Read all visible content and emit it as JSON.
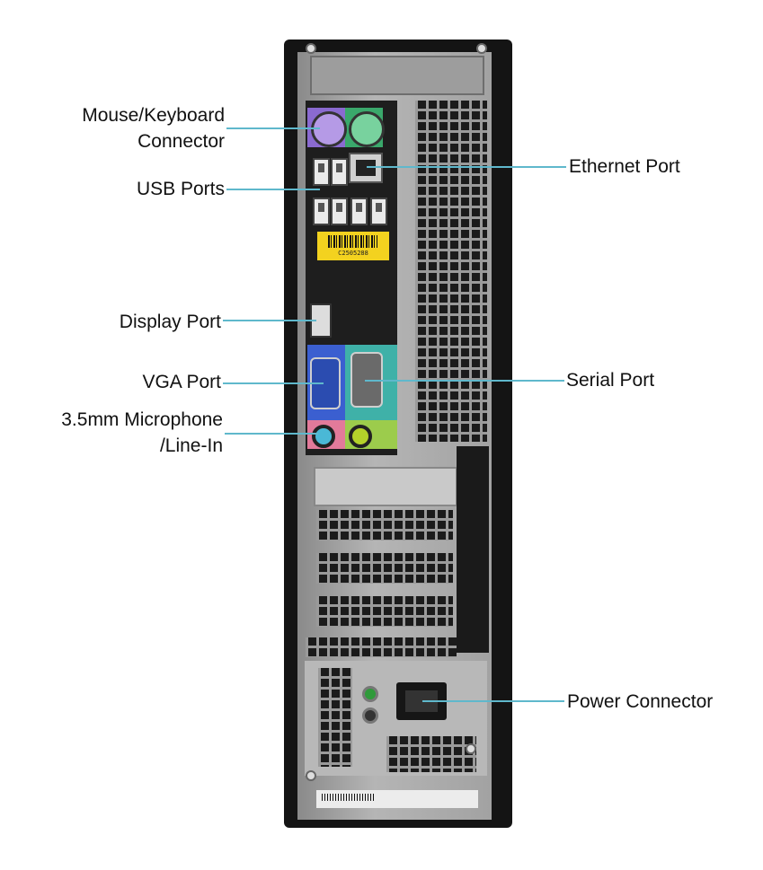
{
  "labels": {
    "mouse_keyboard_line1": "Mouse/Keyboard",
    "mouse_keyboard_line2": "Connector",
    "usb_ports": "USB Ports",
    "display_port": "Display Port",
    "vga_port": "VGA Port",
    "microphone_line1": "3.5mm  Microphone",
    "microphone_line2": "/Line-In",
    "ethernet_port": "Ethernet Port",
    "serial_port": "Serial Port",
    "power_connector": "Power Connector"
  },
  "service_tag_text": "C2505288",
  "colors": {
    "leader_line": "#5fb8cc",
    "case": "#141414",
    "ps2_mouse": "#8a6ad0",
    "ps2_keyboard": "#3aa86b",
    "vga_panel": "#3b5fd0",
    "serial_panel": "#3fb1a8",
    "mic_jack": "#4ab8d6",
    "line_out_jack": "#b4d22a",
    "sticker": "#f3d21f"
  }
}
